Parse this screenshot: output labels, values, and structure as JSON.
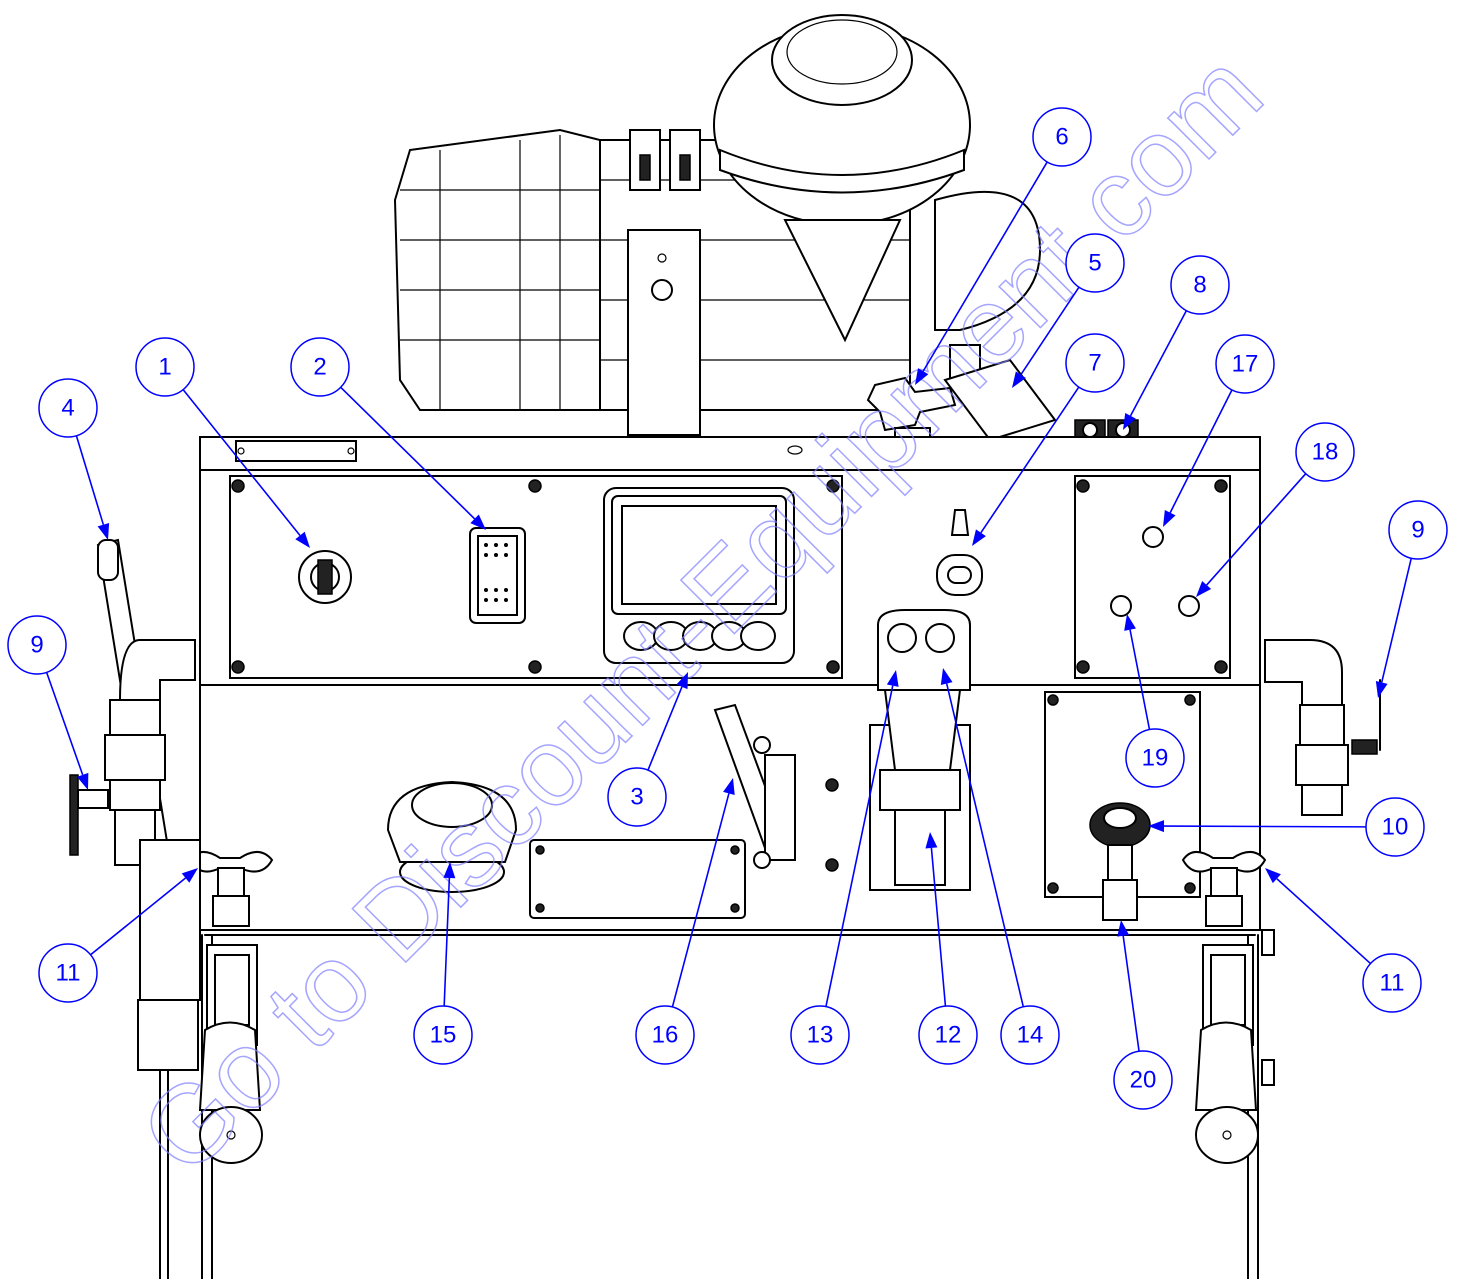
{
  "callouts": [
    {
      "label": "1"
    },
    {
      "label": "2"
    },
    {
      "label": "3"
    },
    {
      "label": "4"
    },
    {
      "label": "5"
    },
    {
      "label": "6"
    },
    {
      "label": "7"
    },
    {
      "label": "8"
    },
    {
      "label": "9"
    },
    {
      "label": "9"
    },
    {
      "label": "10"
    },
    {
      "label": "11"
    },
    {
      "label": "11"
    },
    {
      "label": "12"
    },
    {
      "label": "13"
    },
    {
      "label": "14"
    },
    {
      "label": "15"
    },
    {
      "label": "16"
    },
    {
      "label": "17"
    },
    {
      "label": "18"
    },
    {
      "label": "19"
    },
    {
      "label": "20"
    }
  ],
  "watermark": {
    "text": "Go to Discount-Equipment.com"
  },
  "colors": {
    "callout": "#0000ff",
    "line": "#000000",
    "background": "#ffffff"
  }
}
